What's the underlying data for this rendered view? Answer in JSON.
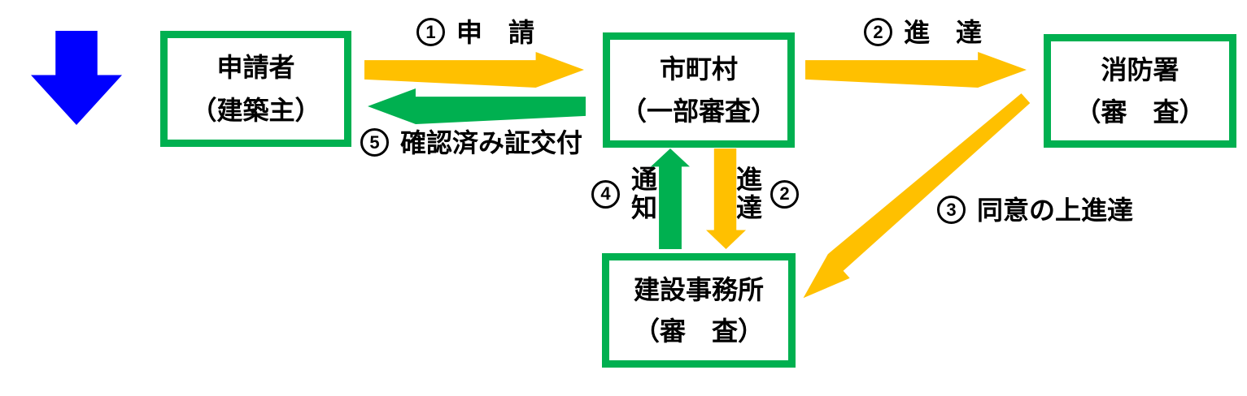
{
  "diagram": {
    "boxes": {
      "applicant": {
        "line1": "申請者",
        "line2": "（建築主）"
      },
      "municipality": {
        "line1": "市町村",
        "line2": "（一部審査）"
      },
      "fire_station": {
        "line1": "消防署",
        "line2": "（審　査）"
      },
      "construction_office": {
        "line1": "建設事務所",
        "line2": "（審　査）"
      }
    },
    "arrows": {
      "application": {
        "number": "1",
        "label": "申　請",
        "color": "#FFC000",
        "direction": "right"
      },
      "forward_fire": {
        "number": "2",
        "label": "進　達",
        "color": "#FFC000",
        "direction": "right"
      },
      "consent_forward": {
        "number": "3",
        "label": "同意の上進達",
        "color": "#FFC000",
        "direction": "diagonal-down-left"
      },
      "notification": {
        "number": "4",
        "label": "通知",
        "color": "#00B050",
        "direction": "up"
      },
      "forward_office": {
        "number": "2",
        "label": "進達",
        "color": "#FFC000",
        "direction": "down"
      },
      "certificate": {
        "number": "5",
        "label": "確認済み証交付",
        "color": "#00B050",
        "direction": "left"
      }
    },
    "icons": {
      "blue_down_arrow": "filled-down-arrow"
    },
    "colors": {
      "flow_yellow": "#FFC000",
      "flow_green": "#00B050",
      "marker_blue": "#0000FF",
      "box_border_green": "#00B050",
      "text_black": "#000000",
      "background": "#FFFFFF"
    }
  }
}
